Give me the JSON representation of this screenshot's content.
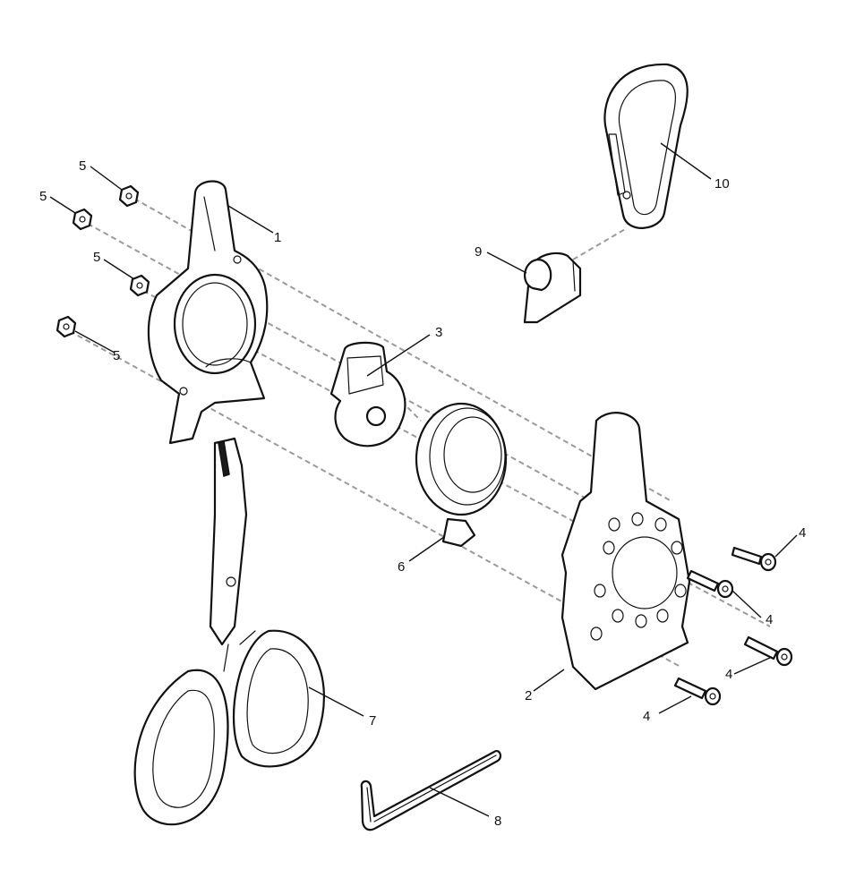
{
  "callouts": {
    "c1": "1",
    "c2": "2",
    "c3": "3",
    "c4a": "4",
    "c4b": "4",
    "c4c": "4",
    "c4d": "4",
    "c5a": "5",
    "c5b": "5",
    "c5c": "5",
    "c5d": "5",
    "c6": "6",
    "c7": "7",
    "c8": "8",
    "c9": "9",
    "c10": "10"
  },
  "colors": {
    "line": "#111111",
    "assembly_path": "#9a9a9a",
    "background": "#ffffff"
  }
}
